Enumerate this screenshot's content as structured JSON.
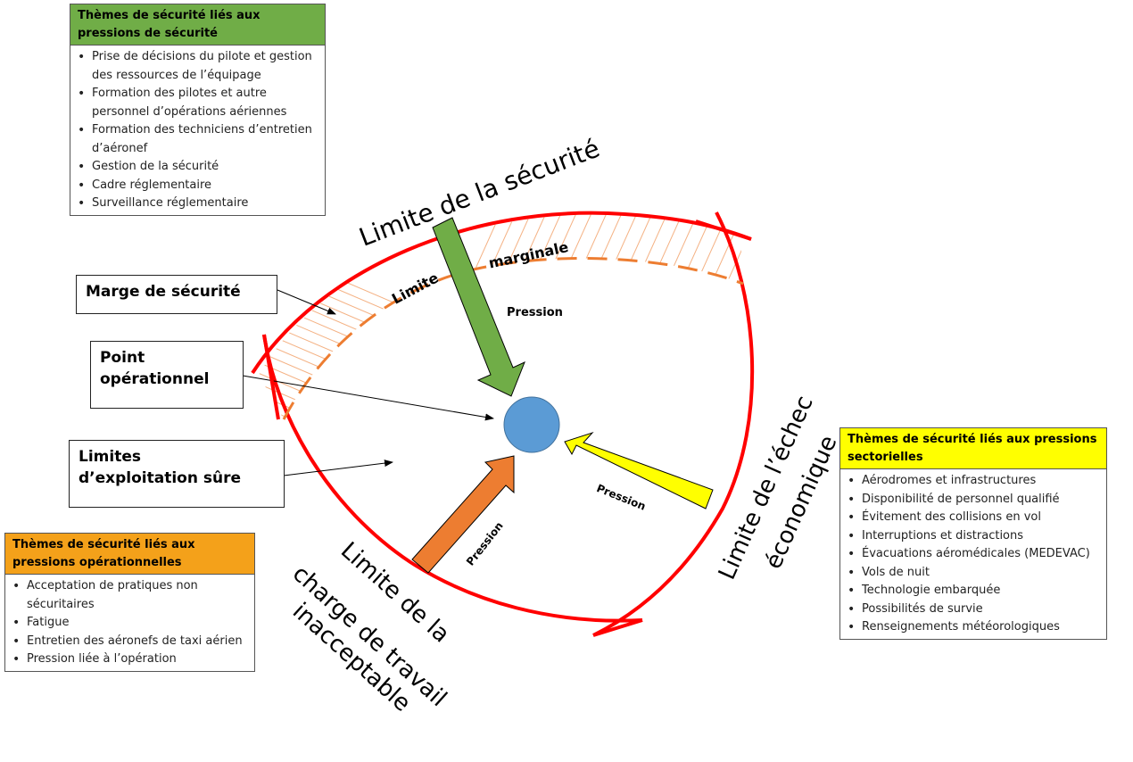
{
  "colors": {
    "boundary_red": "#ff0000",
    "margin_orange": "#ed7d31",
    "safety_green": "#70ad47",
    "operational_orange": "#ed7d31",
    "sector_yellow": "#ffff00",
    "point_blue": "#5b9bd5",
    "header_green": "#70ad47",
    "header_orange": "#f4a11a",
    "header_yellow": "#ffff00"
  },
  "boxes": {
    "safety": {
      "title": "Thèmes de sécurité liés aux pressions de sécurité",
      "items": [
        "Prise de décisions du pilote et gestion des ressources de l’équipage",
        "Formation des pilotes et autre personnel d’opérations aériennes",
        "Formation des techniciens d’entretien d’aéronef",
        "Gestion de la sécurité",
        "Cadre réglementaire",
        "Surveillance réglementaire"
      ]
    },
    "operational": {
      "title": "Thèmes de sécurité liés aux pressions opérationnelles",
      "items": [
        "Acceptation de pratiques non sécuritaires",
        "Fatigue",
        "Entretien des aéronefs de taxi aérien",
        "Pression liée à l’opération"
      ]
    },
    "sector": {
      "title": "Thèmes de sécurité liés aux pressions sectorielles",
      "items": [
        "Aérodromes et infrastructures",
        "Disponibilité de personnel qualifié",
        "Évitement des collisions en vol",
        "Interruptions et distractions",
        "Évacuations aéromédicales (MEDEVAC)",
        "Vols de nuit",
        "Technologie embarquée",
        "Possibilités de survie",
        "Renseignements météorologiques"
      ]
    }
  },
  "labels": {
    "safety_margin": "Marge de sécurité",
    "operating_point_line1": "Point",
    "operating_point_line2": "opérationnel",
    "safe_limits_line1": "Limites",
    "safe_limits_line2": "d’exploitation sûre"
  },
  "boundaries": {
    "safety": "Limite de la sécurité",
    "marginal_word1": "Limite",
    "marginal_word2": "marginale",
    "economic_line1": "Limite de l’échec",
    "economic_line2": "économique",
    "workload_line1": "Limite de la",
    "workload_line2": "charge de travail",
    "workload_line3": "inacceptable"
  },
  "pressures": {
    "safety": "Pression",
    "operational": "Pression",
    "sector": "Pression"
  }
}
